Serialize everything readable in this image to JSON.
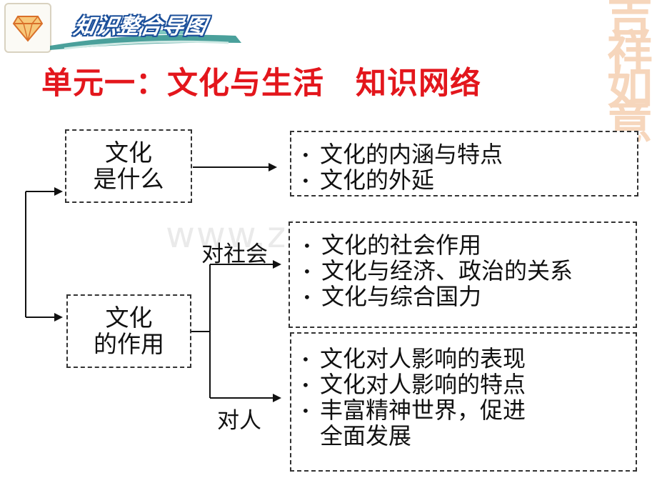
{
  "header": {
    "banner_title": "知识整合导图",
    "icon": "diamond-icon",
    "deco_text": "吉祥如意"
  },
  "page_title": "单元一：文化与生活　知识网络",
  "watermark": "www.zixin.com.cn",
  "colors": {
    "title": "#e3161c",
    "banner": "#1b4f9a",
    "arrow": "#111111"
  },
  "diagram": {
    "node_what": {
      "line1": "文化",
      "line2": "是什么"
    },
    "node_role": {
      "line1": "文化",
      "line2": "的作用"
    },
    "box_what": {
      "items": [
        "文化的内涵与特点",
        "文化的外延"
      ]
    },
    "box_society": {
      "items": [
        "文化的社会作用",
        "文化与经济、政治的关系",
        "文化与综合国力"
      ]
    },
    "box_person": {
      "items": [
        "文化对人影响的表现",
        "文化对人影响的特点",
        "丰富精神世界，促进",
        "全面发展"
      ]
    },
    "edge_society": "对社会",
    "edge_person": "对人"
  }
}
